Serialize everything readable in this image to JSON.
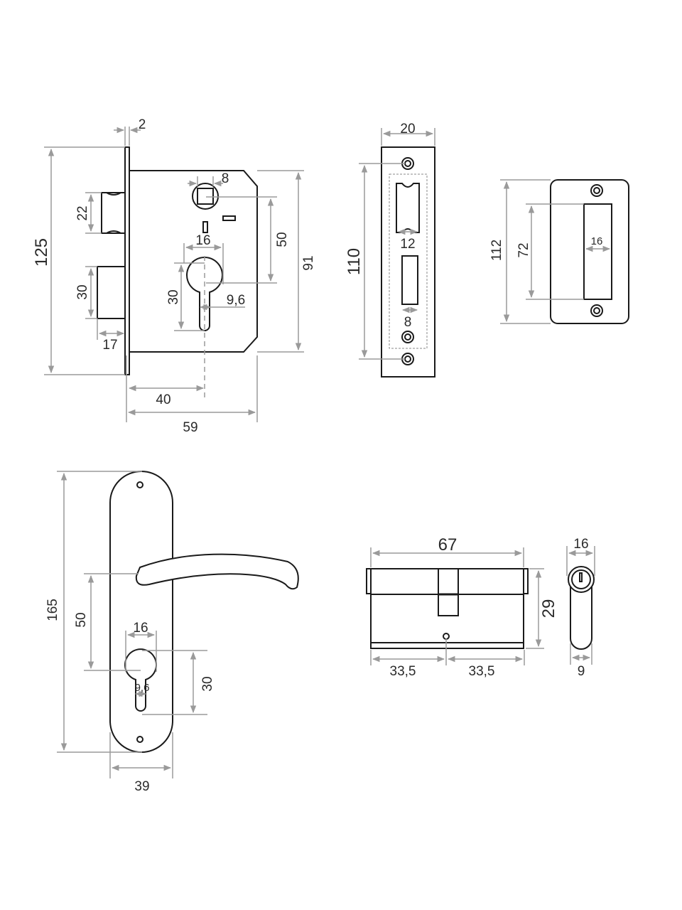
{
  "mortise_lock": {
    "thickness": "2",
    "height": "125",
    "latch": "22",
    "bolt": "30",
    "bolt_throw": "17",
    "spindle": "8",
    "body_height": "91",
    "center_distance": "50",
    "cyl_width": "16",
    "cyl_height": "30",
    "cyl_narrow": "9,6",
    "backset": "40",
    "depth": "59"
  },
  "strike_plate": {
    "width": "20",
    "hole_spacing": "110",
    "latch_slot": "12",
    "bolt_slot": "8"
  },
  "box_strike": {
    "height": "112",
    "slot_height": "72",
    "slot_width": "16"
  },
  "handle": {
    "height": "165",
    "center_distance": "50",
    "cyl_width": "16",
    "cyl_height": "30",
    "cyl_narrow": "9,6",
    "width": "39"
  },
  "cylinder": {
    "length": "67",
    "height": "29",
    "half_a": "33,5",
    "half_b": "33,5",
    "diameter": "16",
    "body_width": "9"
  },
  "colors": {
    "outline": "#1a1a1a",
    "dimension": "#9a9a9a"
  }
}
